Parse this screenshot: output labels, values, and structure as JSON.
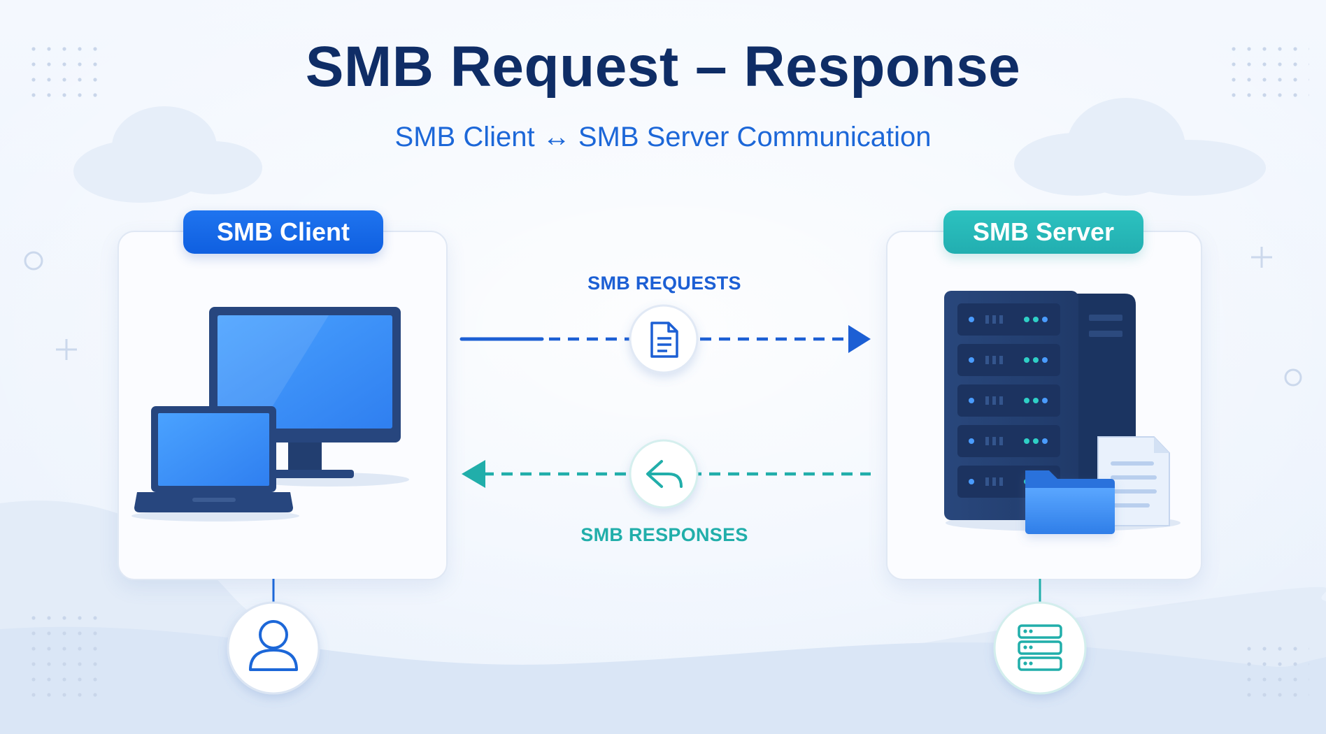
{
  "diagram": {
    "title": "SMB Request – Response",
    "subtitle": "SMB Client ↔ SMB Server Communication",
    "client": {
      "label": "SMB Client",
      "icons": [
        "desktop-monitor-icon",
        "laptop-icon"
      ],
      "badge_icon": "user-icon",
      "accent_color": "#1565e6"
    },
    "server": {
      "label": "SMB Server",
      "icons": [
        "server-rack-icon",
        "folder-icon",
        "document-icon"
      ],
      "badge_icon": "database-icon",
      "accent_color": "#25b5b4"
    },
    "flows": {
      "requests": {
        "label": "SMB REQUESTS",
        "direction": "client-to-server",
        "icon": "document-icon",
        "color": "#1c5fd4"
      },
      "responses": {
        "label": "SMB RESPONSES",
        "direction": "server-to-client",
        "icon": "reply-icon",
        "color": "#21aeaa"
      }
    }
  }
}
